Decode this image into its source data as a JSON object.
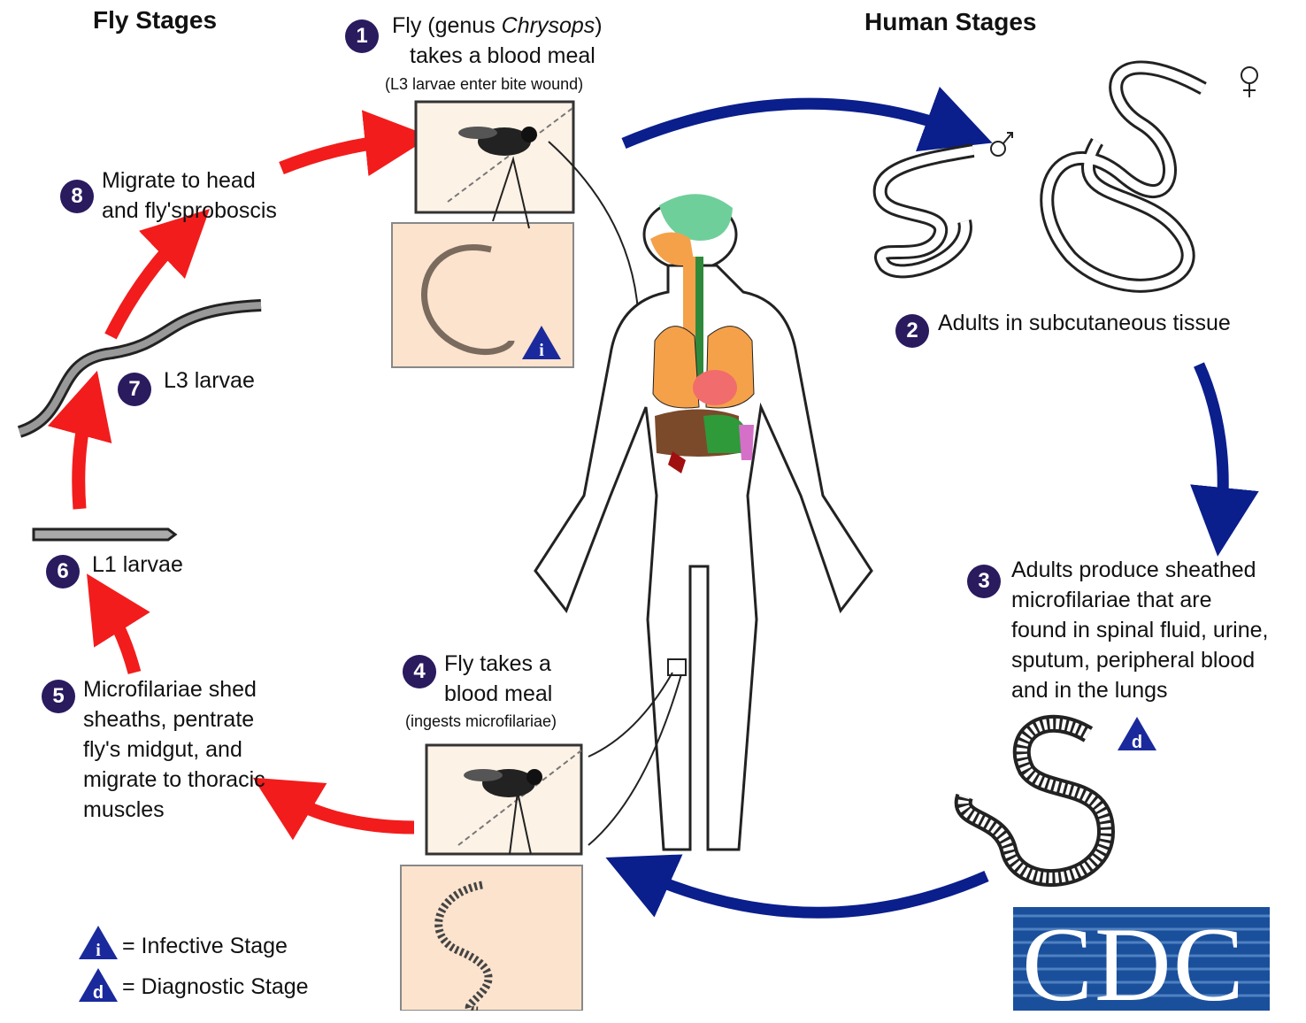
{
  "headers": {
    "fly": "Fly Stages",
    "human": "Human Stages"
  },
  "steps": [
    {
      "num": "1",
      "lines": [
        "Fly (genus",
        "Chrysops",
        ")",
        "takes a blood meal"
      ],
      "note": "(L3 larvae enter bite wound)"
    },
    {
      "num": "2",
      "text": "Adults in subcutaneous tissue"
    },
    {
      "num": "3",
      "lines": [
        "Adults produce sheathed",
        "microfilariae that are",
        "found in spinal fluid, urine,",
        "sputum, peripheral blood",
        "and in the lungs"
      ]
    },
    {
      "num": "4",
      "lines": [
        "Fly takes a",
        "blood meal"
      ],
      "note": "(ingests microfilariae)"
    },
    {
      "num": "5",
      "lines": [
        "Microfilariae shed",
        "sheaths, pentrate",
        "fly's midgut, and",
        "migrate to thoracic",
        "muscles"
      ]
    },
    {
      "num": "6",
      "text": "L1 larvae"
    },
    {
      "num": "7",
      "text": "L3 larvae"
    },
    {
      "num": "8",
      "lines": [
        "Migrate to head",
        "and fly'sproboscis"
      ]
    }
  ],
  "legend": {
    "infective_letter": "i",
    "infective_label": "= Infective Stage",
    "diagnostic_letter": "d",
    "diagnostic_label": "= Diagnostic Stage"
  },
  "logo": {
    "text": "CDC"
  },
  "colors": {
    "human_arrow": "#0a1e8c",
    "fly_arrow": "#f21c1c",
    "number_badge": "#2a1a5e",
    "stage_icon": "#1a2a9c",
    "inset_bg": "#fbe3cd"
  }
}
